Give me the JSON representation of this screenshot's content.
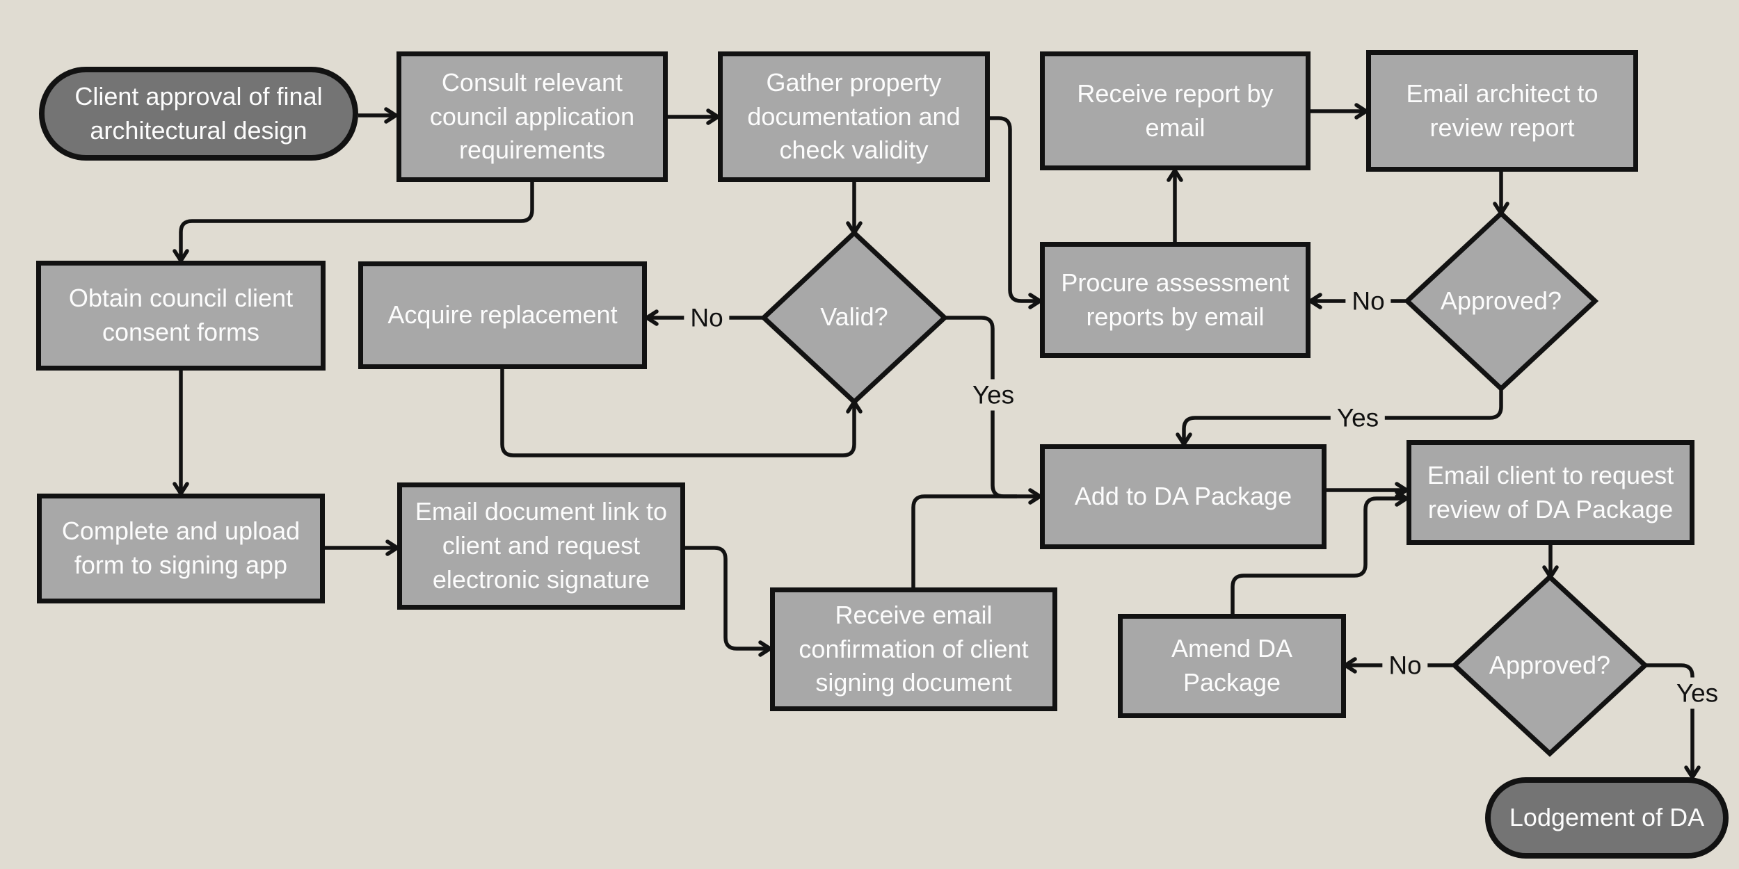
{
  "colors": {
    "background": "#e0dcd2",
    "node_fill": "#a8a8a8",
    "terminal_fill": "#747474",
    "stroke": "#121212",
    "node_text": "#fcfcfc",
    "label_text": "#111111"
  },
  "flowchart": {
    "nodes": {
      "start": {
        "label": "Client approval of final architectural design"
      },
      "consult": {
        "label": "Consult relevant council application requirements"
      },
      "gather": {
        "label": "Gather property documentation and check validity"
      },
      "receive_report": {
        "label": "Receive report by email"
      },
      "email_architect": {
        "label": "Email architect to review report"
      },
      "obtain_forms": {
        "label": "Obtain council client consent forms"
      },
      "acquire_replacement": {
        "label": "Acquire replacement"
      },
      "valid_decision": {
        "label": "Valid?"
      },
      "procure_reports": {
        "label": "Procure assessment reports by email"
      },
      "report_decision": {
        "label": "Approved?"
      },
      "add_package": {
        "label": "Add to DA Package"
      },
      "email_client_review": {
        "label": "Email client to request review of DA Package"
      },
      "complete_upload": {
        "label": "Complete and upload form to signing app"
      },
      "email_doc_link": {
        "label": "Email document link to client and request electronic signature"
      },
      "receive_confirmation": {
        "label": "Receive email confirmation of client signing document"
      },
      "amend_package": {
        "label": "Amend DA Package"
      },
      "package_decision": {
        "label": "Approved?"
      },
      "lodgement": {
        "label": "Lodgement of DA"
      }
    },
    "edge_labels": {
      "valid_no": "No",
      "valid_yes": "Yes",
      "report_no": "No",
      "report_yes": "Yes",
      "package_no": "No",
      "package_yes": "Yes"
    }
  }
}
